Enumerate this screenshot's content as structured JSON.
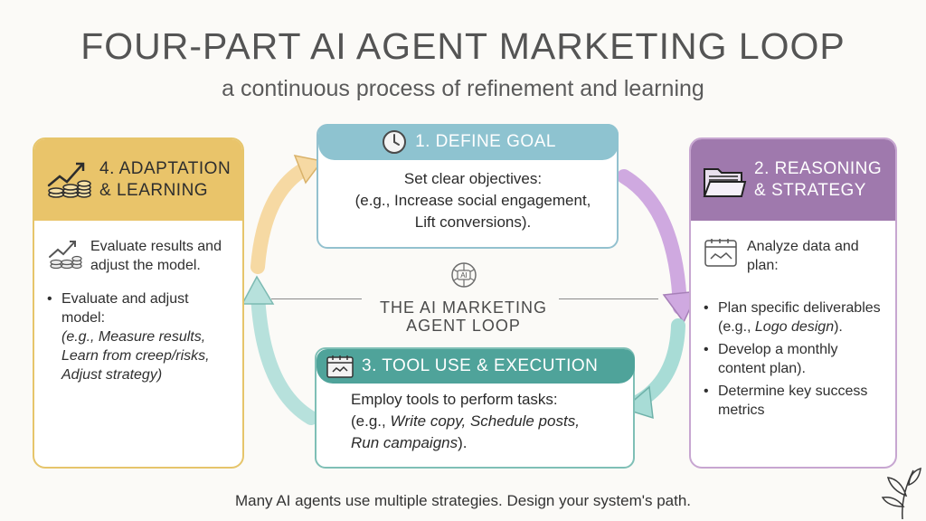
{
  "title": "FOUR-PART AI AGENT MARKETING LOOP",
  "subtitle": "a continuous process of refinement and learning",
  "center": {
    "line1": "THE AI MARKETING",
    "line2": "AGENT LOOP",
    "icon": "ai-brain-icon"
  },
  "steps": {
    "define_goal": {
      "title": "1. DEFINE GOAL",
      "icon": "clock-icon",
      "line1": "Set clear objectives:",
      "line2": "(e.g., Increase social engagement,",
      "line3": "Lift conversions).",
      "color": "#8ec3d0"
    },
    "reasoning": {
      "title_line1": "2. REASONING",
      "title_line2": "& STRATEGY",
      "icon": "folder-icon",
      "sub_icon": "calendar-handshake-icon",
      "sub_line1": "Analyze data and",
      "sub_line2": "plan:",
      "bullets": [
        {
          "prefix": "Plan specific deliverables",
          "line2_pre": "(e.g., ",
          "line2_em": "Logo design",
          "line2_post": ")."
        },
        {
          "line1": "Develop a monthly",
          "line2": "content plan)."
        },
        {
          "line1": "Determine key success",
          "line2": "metrics"
        }
      ],
      "color": "#9f79ad"
    },
    "tool_use": {
      "title": "3. TOOL USE & EXECUTION",
      "icon": "calendar-handshake-icon",
      "line1": "Employ tools to perform tasks:",
      "line2_pre": "(e.g., ",
      "line2_em": "Write copy, Schedule posts,",
      "line3_em": "Run campaigns",
      "line3_post": ").",
      "color": "#4fa39a"
    },
    "adaptation": {
      "title_line1": "4. ADAPTATION",
      "title_line2": "& LEARNING",
      "icon": "growth-coins-icon",
      "sub_icon": "growth-coins-icon",
      "sub_line1": "Evaluate results and",
      "sub_line2": "adjust the model.",
      "bullet_line1": "Evaluate and adjust",
      "bullet_line2": "model:",
      "ex_line1": "(e.g., Measure results,",
      "ex_line2": "Learn from creep/risks,",
      "ex_line3": "Adjust strategy)",
      "color": "#e9c46a"
    }
  },
  "footer": "Many AI agents use multiple strategies. Design your system's path.",
  "decoration_icon": "plant-sprig-icon"
}
